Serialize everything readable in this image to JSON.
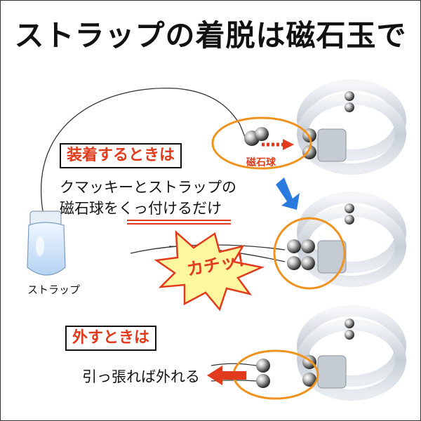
{
  "title": "ストラップの着脱は磁石玉で",
  "attach": {
    "heading": "装着するときは",
    "line1": "クマッキーとストラップの",
    "line2_prefix": "磁石球を",
    "line2_underlined": "くっ付けるだけ",
    "magnet_label": "磁石球",
    "click_text": "カチッ！"
  },
  "strap_label": "ストラップ",
  "detach": {
    "heading": "外すときは",
    "line": "引っ張れば外れる"
  },
  "colors": {
    "accent_red": "#e23a1c",
    "highlight_orange": "#f0921e",
    "arrow_blue": "#2a7be0",
    "starburst_yellow": "#fff6a0"
  }
}
